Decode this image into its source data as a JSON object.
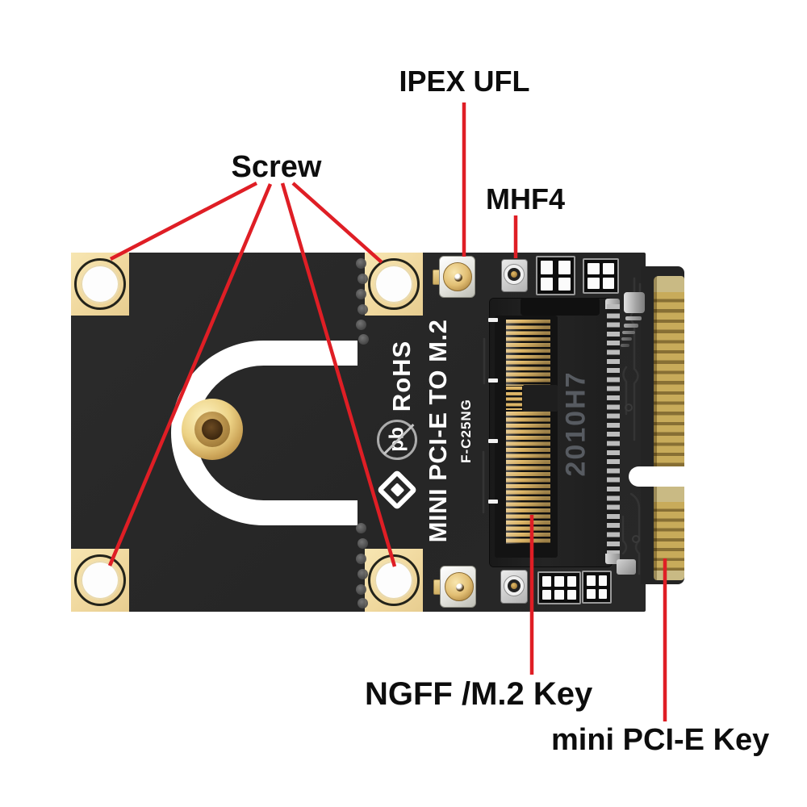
{
  "callouts": {
    "screw": "Screw",
    "ipex_ufl": "IPEX UFL",
    "mhf4": "MHF4",
    "ngff_m2_key": "NGFF /M.2 Key",
    "mini_pcie_key": "mini PCI-E Key"
  },
  "board": {
    "silkscreen": {
      "pb_label": "pb",
      "rohs_label": "RoHS",
      "title": "MINI PCI-E TO M.2",
      "model": "F-C25NG"
    },
    "m2_slot": {
      "marking": "2010H7",
      "pins_top_group": 12,
      "pins_bottom_group": 22
    },
    "edge_connector": {
      "fingers_upper_group": 17,
      "fingers_lower_group": 7,
      "screw_holes": 4
    }
  },
  "colors": {
    "callout_line_red": "#df1e25",
    "label_text": "#0d0d0d",
    "pcb_dark": "#272727",
    "corner_pad_gold": "#f3dfa7",
    "edge_finger_gold": "#eedda4",
    "silkscreen_white": "#ffffff",
    "slot_marking_gray": "#575b61"
  }
}
